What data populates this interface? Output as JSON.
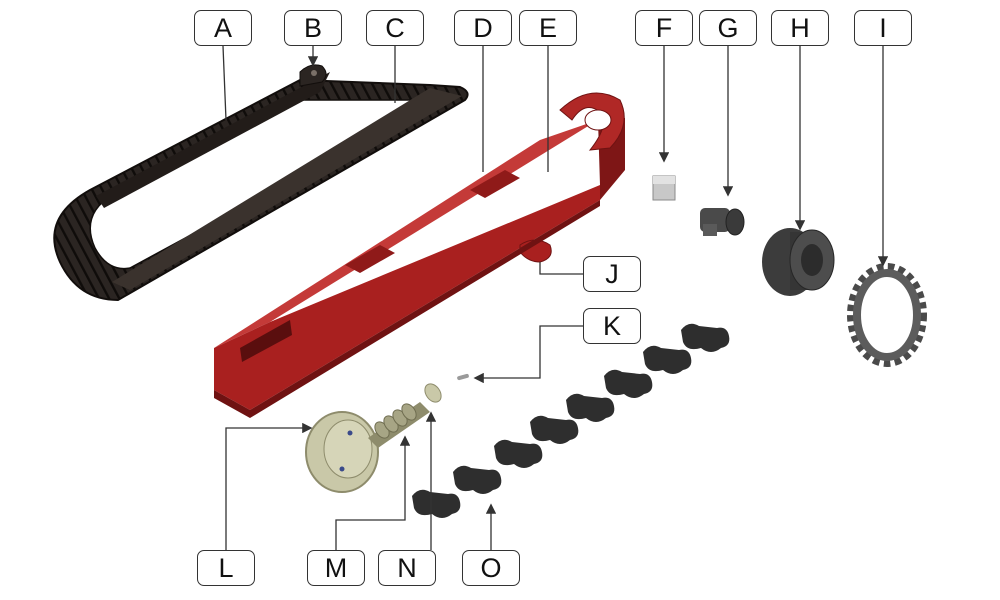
{
  "diagram": {
    "callouts": [
      {
        "id": "A",
        "label": "A"
      },
      {
        "id": "B",
        "label": "B"
      },
      {
        "id": "C",
        "label": "C"
      },
      {
        "id": "D",
        "label": "D"
      },
      {
        "id": "E",
        "label": "E"
      },
      {
        "id": "F",
        "label": "F"
      },
      {
        "id": "G",
        "label": "G"
      },
      {
        "id": "H",
        "label": "H"
      },
      {
        "id": "I",
        "label": "I"
      },
      {
        "id": "J",
        "label": "J"
      },
      {
        "id": "K",
        "label": "K"
      },
      {
        "id": "L",
        "label": "L"
      },
      {
        "id": "M",
        "label": "M"
      },
      {
        "id": "N",
        "label": "N"
      },
      {
        "id": "O",
        "label": "O"
      }
    ],
    "colors": {
      "track": "#2b2522",
      "track_dark": "#16120f",
      "frame": "#a9201f",
      "frame_dark": "#6f1212",
      "frame_light": "#c43a38",
      "idler": "#c9c8a8",
      "idler_dark": "#8e8c6c",
      "roller": "#3f3f3f",
      "sprocket": "#4a4a4a",
      "leader": "#333333",
      "callout_border": "#333333"
    }
  }
}
